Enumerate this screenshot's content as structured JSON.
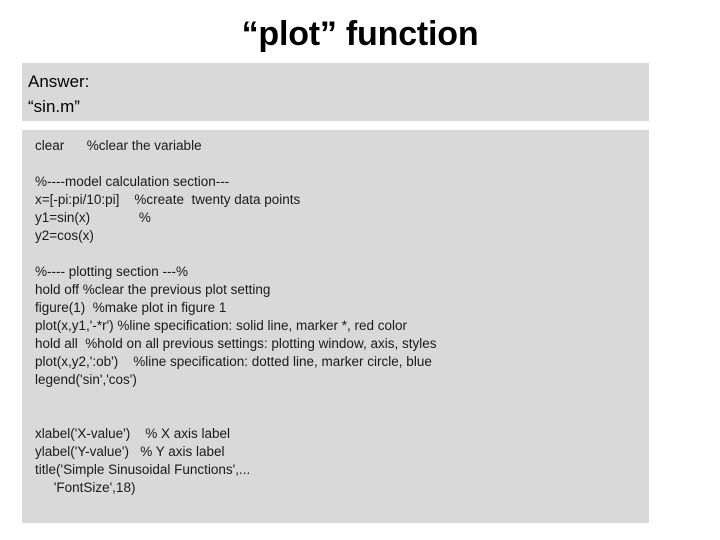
{
  "slide": {
    "title": "“plot” function",
    "background_color": "#ffffff",
    "panel_color": "#d9d9d9",
    "text_color": "#000000"
  },
  "answer": {
    "label": "Answer:",
    "filename": "“sin.m”"
  },
  "code": {
    "lines": [
      "clear      %clear the variable",
      "",
      "%----model calculation section---",
      "x=[-pi:pi/10:pi]    %create  twenty data points",
      "y1=sin(x)             %",
      "y2=cos(x)",
      "",
      "%---- plotting section ---%",
      "hold off %clear the previous plot setting",
      "figure(1)  %make plot in figure 1",
      "plot(x,y1,'-*r') %line specification: solid line, marker *, red color",
      "hold all  %hold on all previous settings: plotting window, axis, styles",
      "plot(x,y2,':ob')    %line specification: dotted line, marker circle, blue",
      "legend('sin','cos')",
      "",
      "",
      "xlabel('X-value')    % X axis label",
      "ylabel('Y-value')   % Y axis label",
      "title('Simple Sinusoidal Functions',...",
      "     'FontSize',18)"
    ]
  }
}
